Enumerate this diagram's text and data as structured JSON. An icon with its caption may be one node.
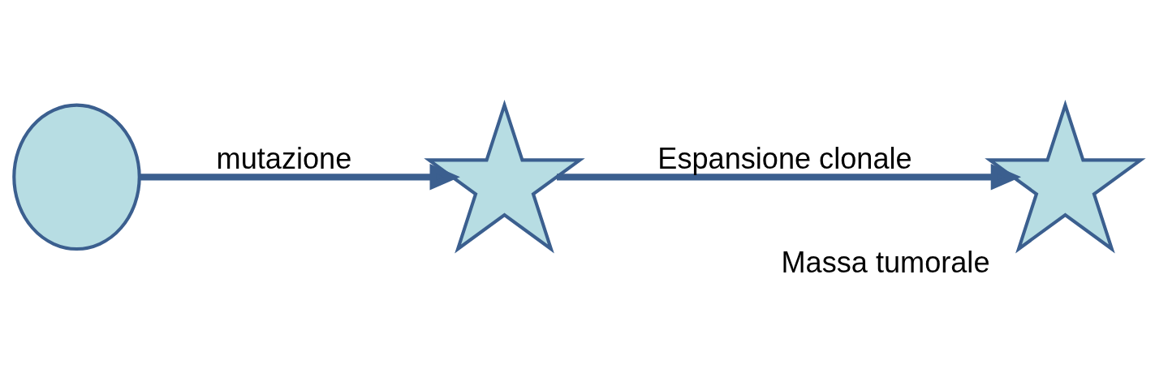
{
  "diagram": {
    "nodes": [
      {
        "text": [],
        "shape": "circle"
      },
      {
        "text": [],
        "shape": "star"
      },
      {
        "text": [],
        "shape": "star",
        "beside": [
          "Massa tumorale"
        ]
      }
    ],
    "edges": [
      {
        "from": 0,
        "to": 1,
        "arrow": "to",
        "label": "mutazione"
      },
      {
        "from": 1,
        "to": 2,
        "arrow": "to",
        "label": "Espansione clonale"
      }
    ]
  }
}
